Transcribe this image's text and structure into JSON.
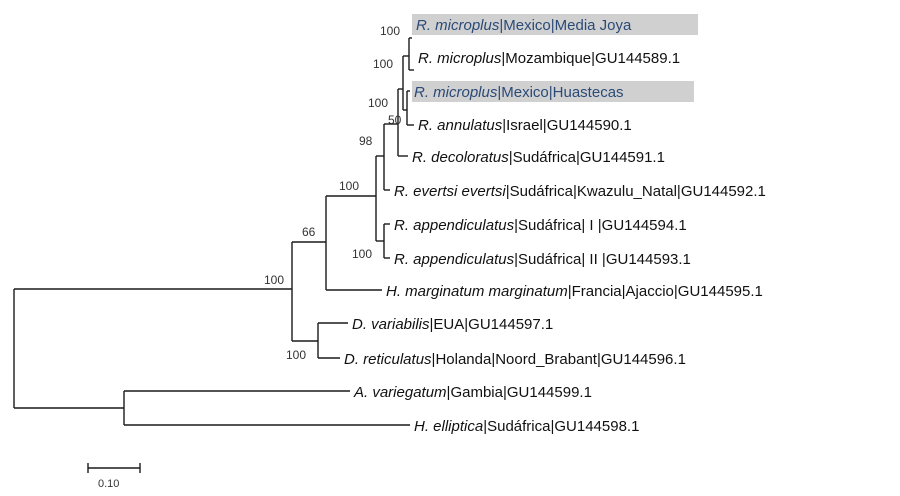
{
  "highlight_color": "#d0d0d0",
  "highlight_text_color": "#2b4a78",
  "taxa": [
    {
      "genus": "R. microplus",
      "rest": "|Mexico|Media Joya",
      "highlighted": true
    },
    {
      "genus": "R. microplus",
      "rest": "|Mozambique|GU144589.1",
      "highlighted": false
    },
    {
      "genus": "R. microplus",
      "rest": "|Mexico|Huastecas",
      "highlighted": true
    },
    {
      "genus": "R. annulatus",
      "rest": "|Israel|GU144590.1",
      "highlighted": false
    },
    {
      "genus": "R. decoloratus",
      "rest": "|Sudáfrica|GU144591.1",
      "highlighted": false
    },
    {
      "genus": "R. evertsi evertsi",
      "rest": "|Sudáfrica|Kwazulu_Natal|GU144592.1",
      "highlighted": false
    },
    {
      "genus": "R. appendiculatus",
      "rest": "|Sudáfrica| I |GU144594.1",
      "highlighted": false
    },
    {
      "genus": "R. appendiculatus",
      "rest": "|Sudáfrica| II |GU144593.1",
      "highlighted": false
    },
    {
      "genus": "H. marginatum marginatum",
      "rest": "|Francia|Ajaccio|GU144595.1",
      "highlighted": false
    },
    {
      "genus": "D. variabilis",
      "rest": "|EUA|GU144597.1",
      "highlighted": false
    },
    {
      "genus": "D. reticulatus",
      "rest": "|Holanda|Noord_Brabant|GU144596.1",
      "highlighted": false
    },
    {
      "genus": "A. variegatum",
      "rest": "|Gambia|GU144599.1",
      "highlighted": false
    },
    {
      "genus": "H. elliptica",
      "rest": "|Sudáfrica|GU144598.1",
      "highlighted": false
    }
  ],
  "bootstrap": [
    "100",
    "100",
    "100",
    "50",
    "98",
    "100",
    "100",
    "66",
    "100",
    "100"
  ],
  "scale_bar": {
    "label": "0.10"
  }
}
